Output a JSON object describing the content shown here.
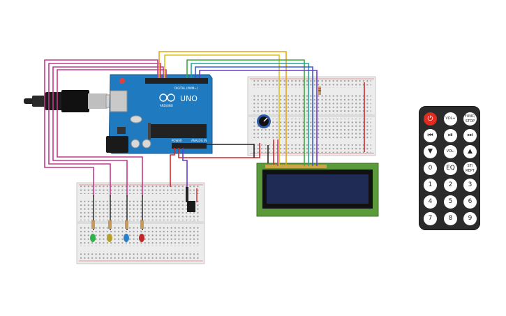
{
  "arduino": {
    "brand": "ARDUINO",
    "model": "UNO",
    "digital_header": "DIGITAL (PWM~)",
    "power_header": "POWER",
    "analog_header": "ANALOG IN"
  },
  "leds": [
    {
      "color": "#2fb24a",
      "name": "green"
    },
    {
      "color": "#b9a02a",
      "name": "yellow"
    },
    {
      "color": "#2a7fc8",
      "name": "blue"
    },
    {
      "color": "#c0282e",
      "name": "red"
    }
  ],
  "lcd": {
    "screen_color": "#1f2a55",
    "board_color": "#5a9a3a"
  },
  "wire_colors": {
    "magenta": "#c4398a",
    "orange": "#e8a317",
    "yellow": "#d9c41a",
    "green": "#3ca83a",
    "teal": "#1aa7a0",
    "blue": "#3a5bd6",
    "purple": "#6a3bc8",
    "red": "#d92626",
    "black": "#222222"
  },
  "remote": {
    "buttons": [
      {
        "id": "power",
        "label": "⏻"
      },
      {
        "id": "vol-up",
        "label": "VOL+"
      },
      {
        "id": "func-stop",
        "label": "FUNC/ STOP"
      },
      {
        "id": "prev",
        "label": "⏮"
      },
      {
        "id": "play-pause",
        "label": "⏯"
      },
      {
        "id": "next",
        "label": "⏭"
      },
      {
        "id": "down",
        "label": "▼"
      },
      {
        "id": "vol-down",
        "label": "VOL-"
      },
      {
        "id": "up",
        "label": "▲"
      },
      {
        "id": "zero",
        "label": "0"
      },
      {
        "id": "eq",
        "label": "EQ"
      },
      {
        "id": "st-rept",
        "label": "ST/ REPT"
      },
      {
        "id": "one",
        "label": "1"
      },
      {
        "id": "two",
        "label": "2"
      },
      {
        "id": "three",
        "label": "3"
      },
      {
        "id": "four",
        "label": "4"
      },
      {
        "id": "five",
        "label": "5"
      },
      {
        "id": "six",
        "label": "6"
      },
      {
        "id": "seven",
        "label": "7"
      },
      {
        "id": "eight",
        "label": "8"
      },
      {
        "id": "nine",
        "label": "9"
      }
    ]
  }
}
